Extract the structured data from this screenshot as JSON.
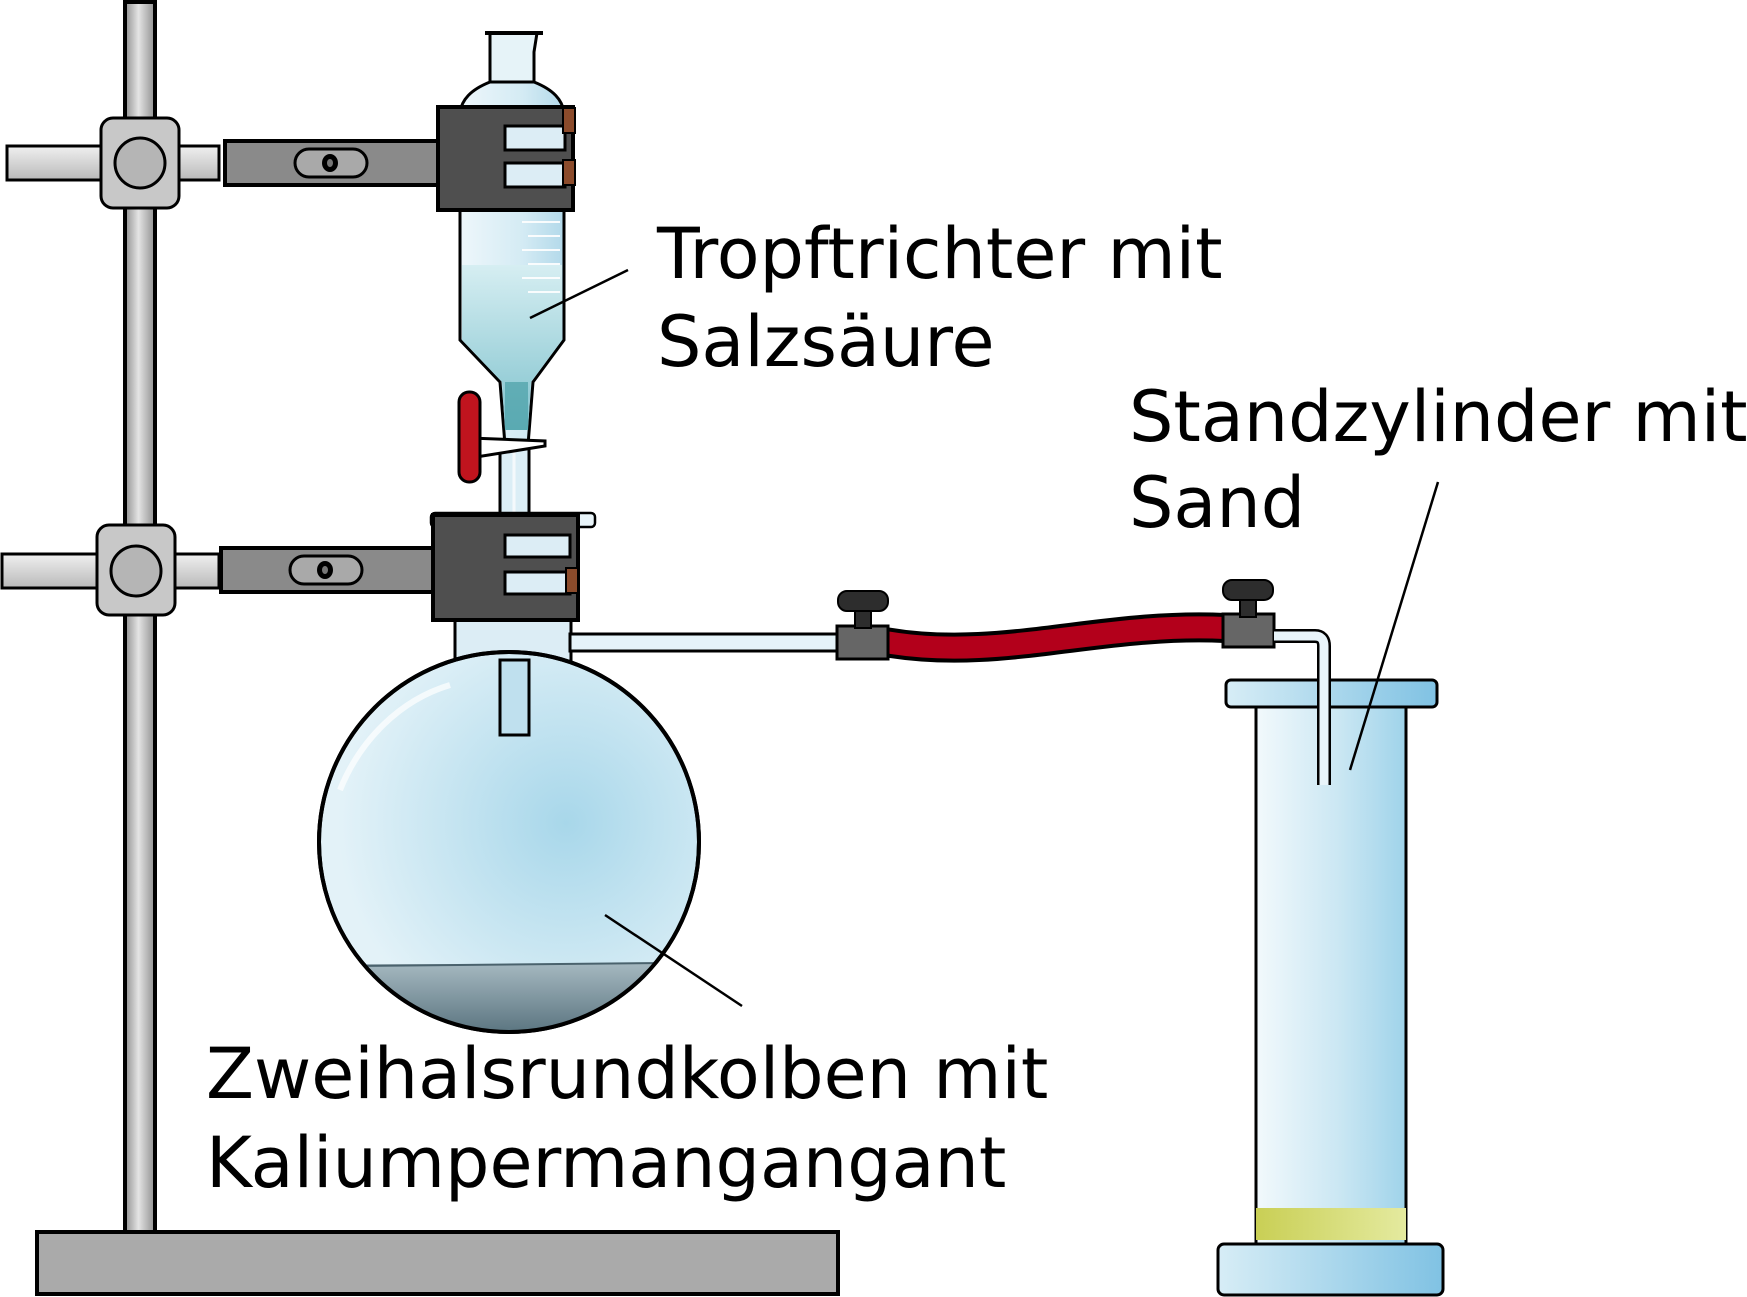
{
  "labels": {
    "funnel": {
      "line1": "Tropftrichter mit",
      "line2": "Salzsäure"
    },
    "cylinder": {
      "line1": "Standzylinder mit",
      "line2": "Sand"
    },
    "flask": {
      "line1": "Zweihalsrundkolben mit",
      "line2": "Kaliumpermangangant"
    }
  },
  "colors": {
    "glass": "#cfe8f3",
    "acid": "#8fcbd6",
    "permanganate": "#5f7b86",
    "sand": "#d9e07a",
    "rubber_tube": "#b3001b",
    "stopcock": "#c0141e",
    "clamp": "#505050",
    "stand_metal": "#a9a9a9"
  },
  "icons": [
    "stand-icon",
    "clamp-icon",
    "dropping-funnel-icon",
    "stopcock-icon",
    "two-neck-flask-icon",
    "hose-connector-icon",
    "rubber-tube-icon",
    "measuring-cylinder-icon"
  ]
}
